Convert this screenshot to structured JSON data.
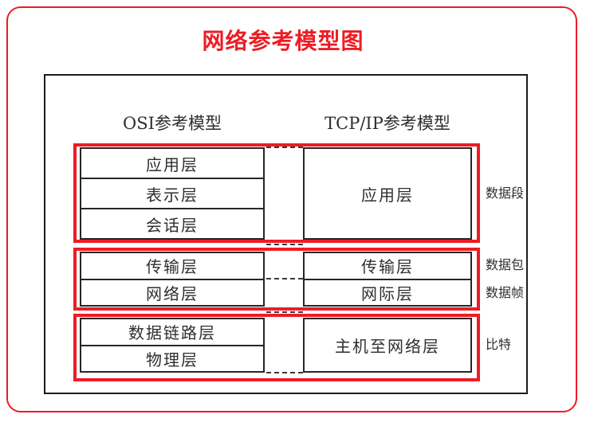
{
  "page": {
    "title": "网络参考模型图"
  },
  "colors": {
    "accent_red": "#ed1c24",
    "line_black": "#1c1c1c"
  },
  "diagram": {
    "osi_header": "OSI参考模型",
    "tcpip_header": "TCP/IP参考模型",
    "groups": [
      {
        "osi_layers": [
          "应用层",
          "表示层",
          "会话层"
        ],
        "tcpip_layers": [
          "应用层"
        ],
        "side_labels": [
          "数据段"
        ]
      },
      {
        "osi_layers": [
          "传输层",
          "网络层"
        ],
        "tcpip_layers": [
          "传输层",
          "网际层"
        ],
        "side_labels": [
          "数据包",
          "数据帧"
        ]
      },
      {
        "osi_layers": [
          "数据链路层",
          "物理层"
        ],
        "tcpip_layers": [
          "主机至网络层"
        ],
        "side_labels": [
          "比特"
        ]
      }
    ]
  }
}
